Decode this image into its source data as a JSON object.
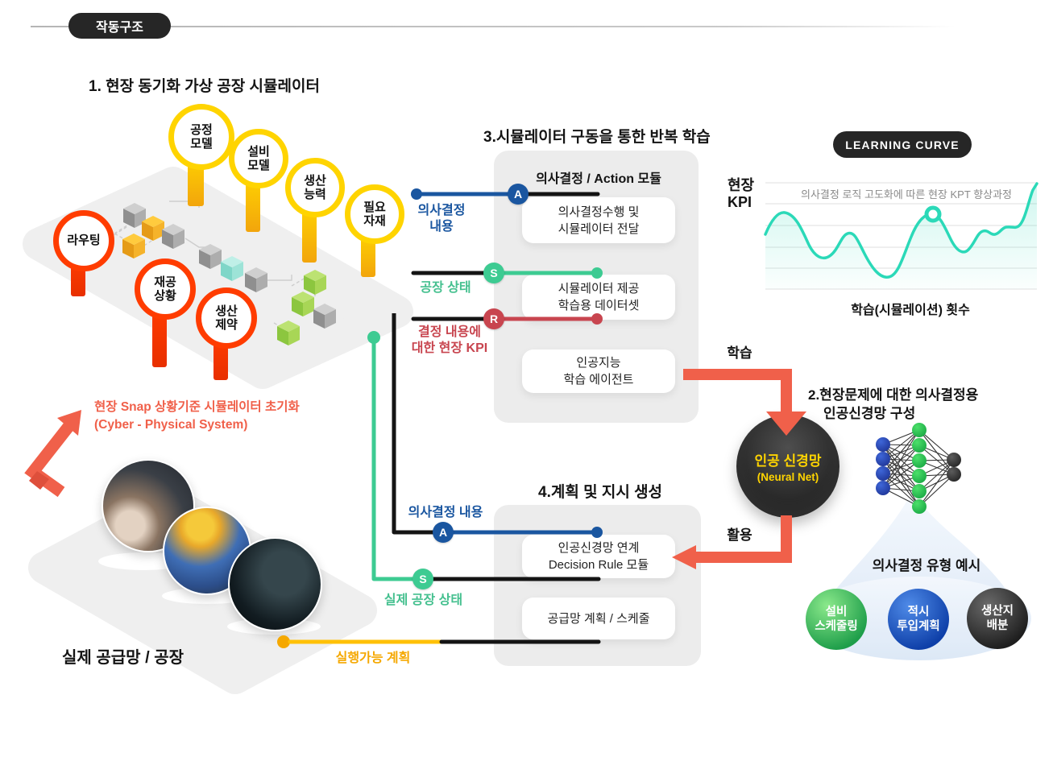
{
  "page": {
    "badge": "작동구조"
  },
  "sim": {
    "title": "1. 현장 동기화 가상 공장 시뮬레이터",
    "yellow_pins": [
      {
        "label": "공정\n모델"
      },
      {
        "label": "설비\n모델"
      },
      {
        "label": "생산\n능력"
      },
      {
        "label": "필요\n자재"
      }
    ],
    "red_pins": [
      {
        "label": "라우팅"
      },
      {
        "label": "재공\n상황"
      },
      {
        "label": "생산\n제약"
      }
    ]
  },
  "loop": {
    "title": "3.시뮬레이터 구동을 통한 반복 학습",
    "module_title": "의사결정 / Action 모듈",
    "badge_a": "A",
    "badge_s": "S",
    "badge_r": "R",
    "label_a": "의사결정\n내용",
    "label_s": "공장 상태",
    "label_r": "결정 내용에\n대한 현장 KPI",
    "box_action": "의사결정수행 및\n시뮬레이터 전달",
    "box_dataset": "시뮬레이터 제공\n학습용 데이터셋",
    "box_agent": "인공지능\n학습 에이전트",
    "arrow_learn": "학습"
  },
  "curve": {
    "badge": "LEARNING CURVE",
    "ylabel": "현장\nKPI",
    "annotation": "의사결정 로직 고도화에 따른 현장 KPT 향상과정",
    "xlabel": "학습(시뮬레이션) 횟수"
  },
  "neural": {
    "title_line1": "2.현장문제에 대한 의사결정용",
    "title_line2": "인공신경망 구성",
    "sphere_line1": "인공 신경망",
    "sphere_line2": "(Neural Net)",
    "arrow_use": "활용"
  },
  "plan": {
    "title": "4.계획 및 지시 생성",
    "badge_a": "A",
    "badge_s": "S",
    "label_a": "의사결정 내용",
    "label_s": "실제 공장 상태",
    "label_plan": "실행가능 계획",
    "box_rule": "인공신경망 연계\nDecision Rule 모듈",
    "box_schedule": "공급망 계획 / 스케줄"
  },
  "decision_types": {
    "title": "의사결정 유형 예시",
    "spheres": [
      {
        "label": "설비\n스케줄링",
        "color": "#22A84F"
      },
      {
        "label": "적시\n투입계획",
        "color": "#1D50B4"
      },
      {
        "label": "생산지\n배분",
        "color": "#3A3A3A"
      }
    ]
  },
  "real": {
    "caption": "실제 공급망 / 공장",
    "cps_line1": "현장 Snap 상황기준 시뮬레이터 초기화",
    "cps_line2": "(Cyber - Physical System)"
  },
  "colors": {
    "accent_blue": "#1A56A0",
    "accent_green": "#3DCB92",
    "accent_red_badge": "#C8454F",
    "accent_salmon": "#F0604A",
    "accent_yellow": "#FFD400",
    "accent_pin_red": "#FF3C00",
    "accent_gold_line": "#FFC107",
    "curve_teal": "#2BD9B8",
    "panel_gray": "#ECECEC"
  },
  "chart_data": {
    "type": "line",
    "title": "LEARNING CURVE",
    "xlabel": "학습(시뮬레이션) 횟수",
    "ylabel": "현장 KPI",
    "annotation": "의사결정 로직 고도화에 따른 현장 KPT 향상과정",
    "legend": "none",
    "grid": true,
    "axis_ticks": "none (illustrative curve, unlabeled axes)",
    "xlim": [
      0,
      100
    ],
    "ylim": [
      0,
      100
    ],
    "series": [
      {
        "name": "현장 KPI",
        "x": [
          0,
          7,
          16,
          24,
          30,
          36,
          45,
          54,
          62,
          68,
          75,
          80,
          85,
          89,
          93,
          98,
          100
        ],
        "values": [
          52,
          73,
          42,
          32,
          53,
          35,
          11,
          50,
          71,
          47,
          37,
          55,
          52,
          59,
          60,
          94,
          100
        ]
      }
    ],
    "highlight_marker": {
      "x": 62,
      "value": 71
    }
  }
}
